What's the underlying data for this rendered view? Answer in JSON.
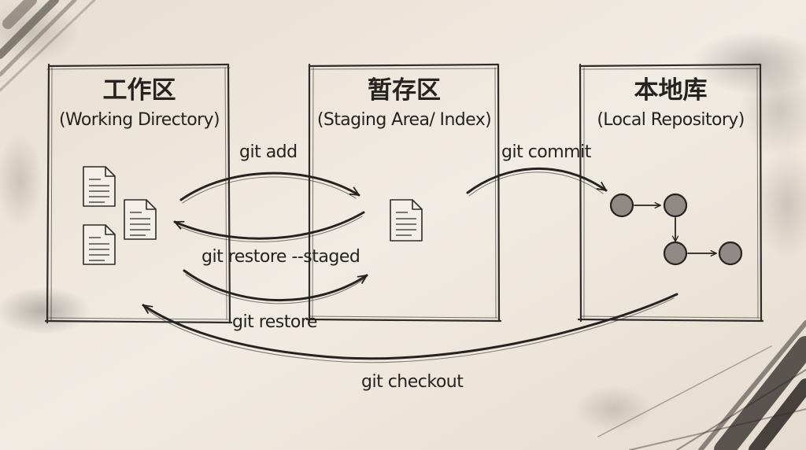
{
  "areas": {
    "working": {
      "title": "工作区",
      "subtitle": "(Working Directory)"
    },
    "staging": {
      "title": "暂存区",
      "subtitle": "(Staging Area/ Index)"
    },
    "repository": {
      "title": "本地库",
      "subtitle": "(Local Repository)"
    }
  },
  "commands": {
    "git_add": "git add",
    "git_commit": "git commit",
    "git_restore_staged": "git restore --staged",
    "git_restore": "git restore",
    "git_checkout": "git checkout"
  },
  "icons": {
    "file": "file-icon",
    "commit_node": "commit-node-icon"
  },
  "colors": {
    "paper": "#efe9df",
    "ink": "#26221f",
    "node_fill": "#8f8a85"
  }
}
